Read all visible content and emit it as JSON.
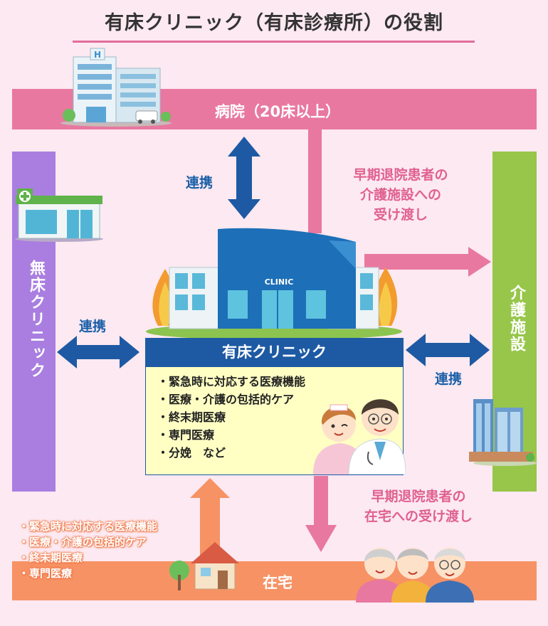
{
  "title": "有床クリニック（有床診療所）の役割",
  "hospital": {
    "label": "病院（20床以上）"
  },
  "left_bar": {
    "label": "無床クリニック"
  },
  "right_bar": {
    "label": "介護施設"
  },
  "zaitaku": {
    "label": "在宅"
  },
  "clinic": {
    "sign": "CLINIC",
    "title": "有床クリニック",
    "functions": [
      "・緊急時に対応する医療機能",
      "・医療・介護の包括的ケア",
      "・終末期医療",
      "・専門医療",
      "・分娩　など"
    ]
  },
  "links": {
    "top": "連携",
    "left": "連携",
    "right": "連携"
  },
  "transfers": {
    "to_care_facility": [
      "早期退院患者の",
      "介護施設への",
      "受け渡し"
    ],
    "to_home": [
      "早期退院患者の",
      "在宅への受け渡し"
    ]
  },
  "home_services": [
    "・緊急時に対応する医療機能",
    "・医療・介護の包括的ケア",
    "・終末期医療",
    "・専門医療"
  ],
  "colors": {
    "background": "#fce9f1",
    "pink": "#e8789f",
    "purple": "#a97ee0",
    "green": "#97c64a",
    "orange": "#f79265",
    "blue": "#1e5aa3"
  }
}
